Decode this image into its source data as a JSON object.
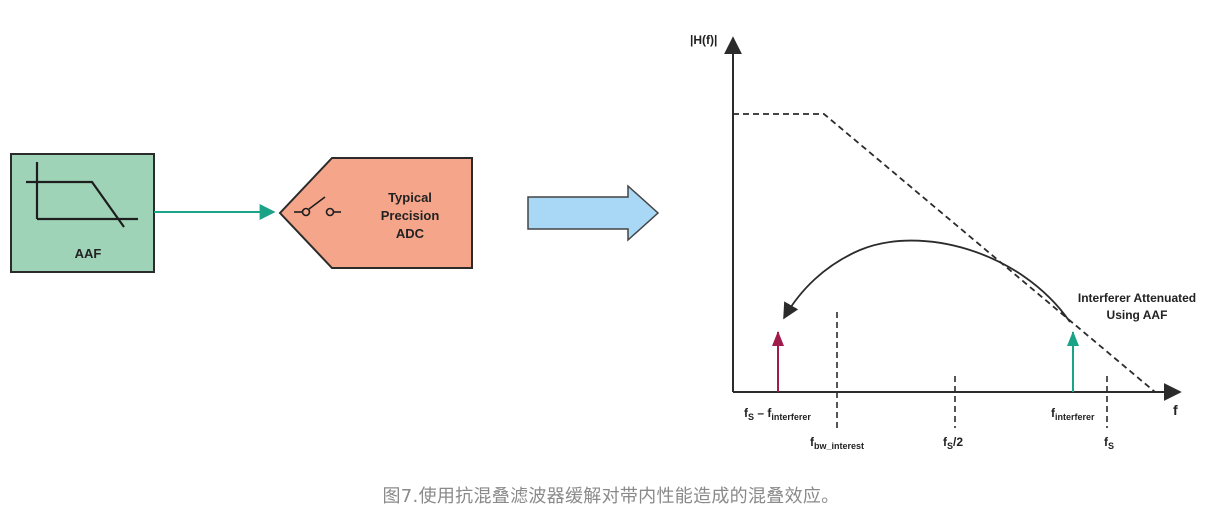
{
  "aaf_block": {
    "label": "AAF",
    "fill": "#9fd3b8",
    "stroke": "#2b2b2b"
  },
  "adc_block": {
    "line1": "Typical",
    "line2": "Precision",
    "line3": "ADC",
    "fill": "#f4a58a",
    "stroke": "#2b2b2b"
  },
  "connector": {
    "color": "#1aa386"
  },
  "big_arrow": {
    "fill": "#a8d8f5",
    "stroke": "#444444"
  },
  "plot": {
    "y_axis_label": "|H(f)|",
    "x_axis_label": "f",
    "annotation_line1": "Interferer Attenuated",
    "annotation_line2": "Using AAF",
    "interferer_color": "#1aa386",
    "alias_color": "#a01c4c",
    "ticks": {
      "fs_minus_finterferer": {
        "main": "f",
        "sub1": "S",
        "dash": " – f",
        "sub2": "interferer"
      },
      "fbw_interest": {
        "main": "f",
        "sub": "bw_interest"
      },
      "fs_half": {
        "main": "f",
        "sub": "S",
        "suffix": "/2"
      },
      "finterferer": {
        "main": "f",
        "sub": "interferer"
      },
      "fs": {
        "main": "f",
        "sub": "S"
      }
    }
  },
  "caption": "图7.使用抗混叠滤波器缓解对带内性能造成的混叠效应。"
}
